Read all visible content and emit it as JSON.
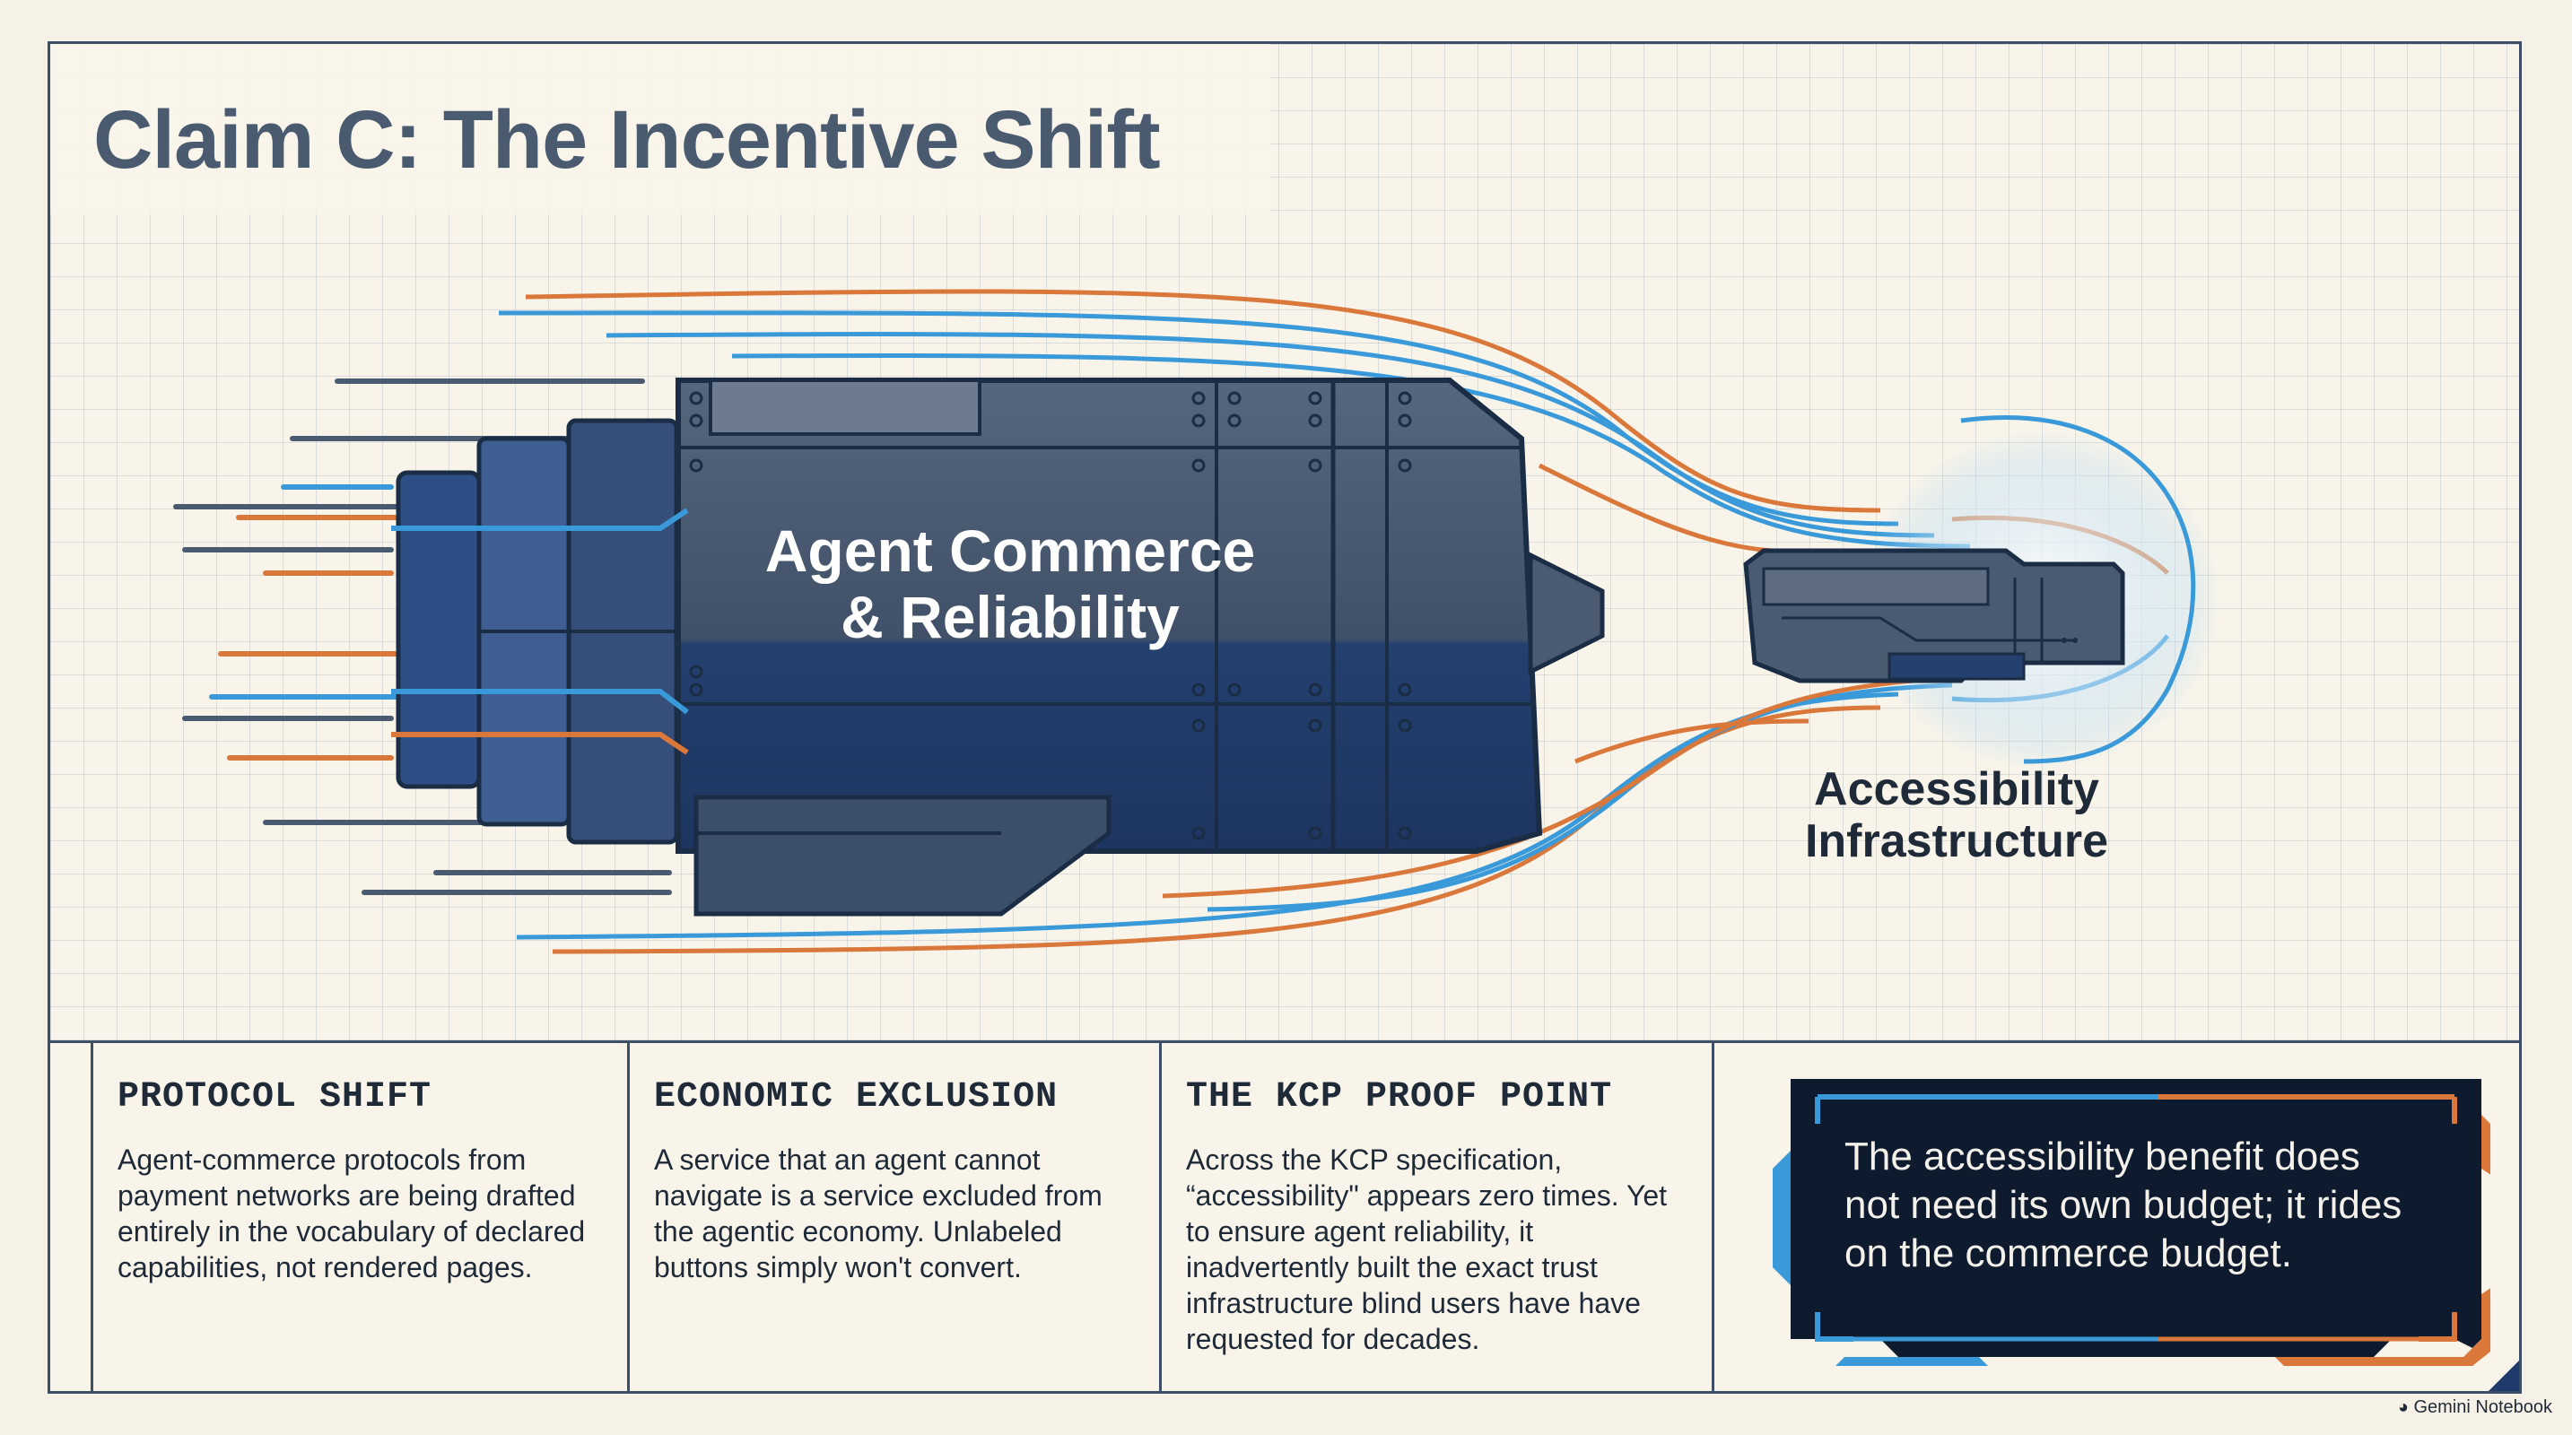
{
  "title": "Claim C: The Incentive Shift",
  "diagram": {
    "main_label_line1": "Agent Commerce",
    "main_label_line2": "& Reliability",
    "secondary_label_line1": "Accessibility",
    "secondary_label_line2": "Infrastructure"
  },
  "columns": [
    {
      "heading": "PROTOCOL SHIFT",
      "body": "Agent-commerce protocols from payment networks are being drafted entirely in the vocabulary of declared capabilities, not rendered pages."
    },
    {
      "heading": "ECONOMIC EXCLUSION",
      "body": "A service that an agent cannot navigate is a service excluded from the agentic economy. Unlabeled buttons simply won't convert."
    },
    {
      "heading": "THE KCP PROOF POINT",
      "body": "Across the KCP specification, “accessibility\" appears zero times. Yet to ensure agent reliability, it inadvertently built the exact trust infrastructure blind users have have requested for decades."
    }
  ],
  "callout": {
    "text": "The accessibility benefit does not need its own budget; it rides on the commerce budget."
  },
  "watermark": "Gemini Notebook",
  "colors": {
    "navy": "#203b6b",
    "steel": "#4a5a70",
    "orange": "#d9783a",
    "blue": "#3a9ad9",
    "callout_bg": "#0e1b2e"
  }
}
